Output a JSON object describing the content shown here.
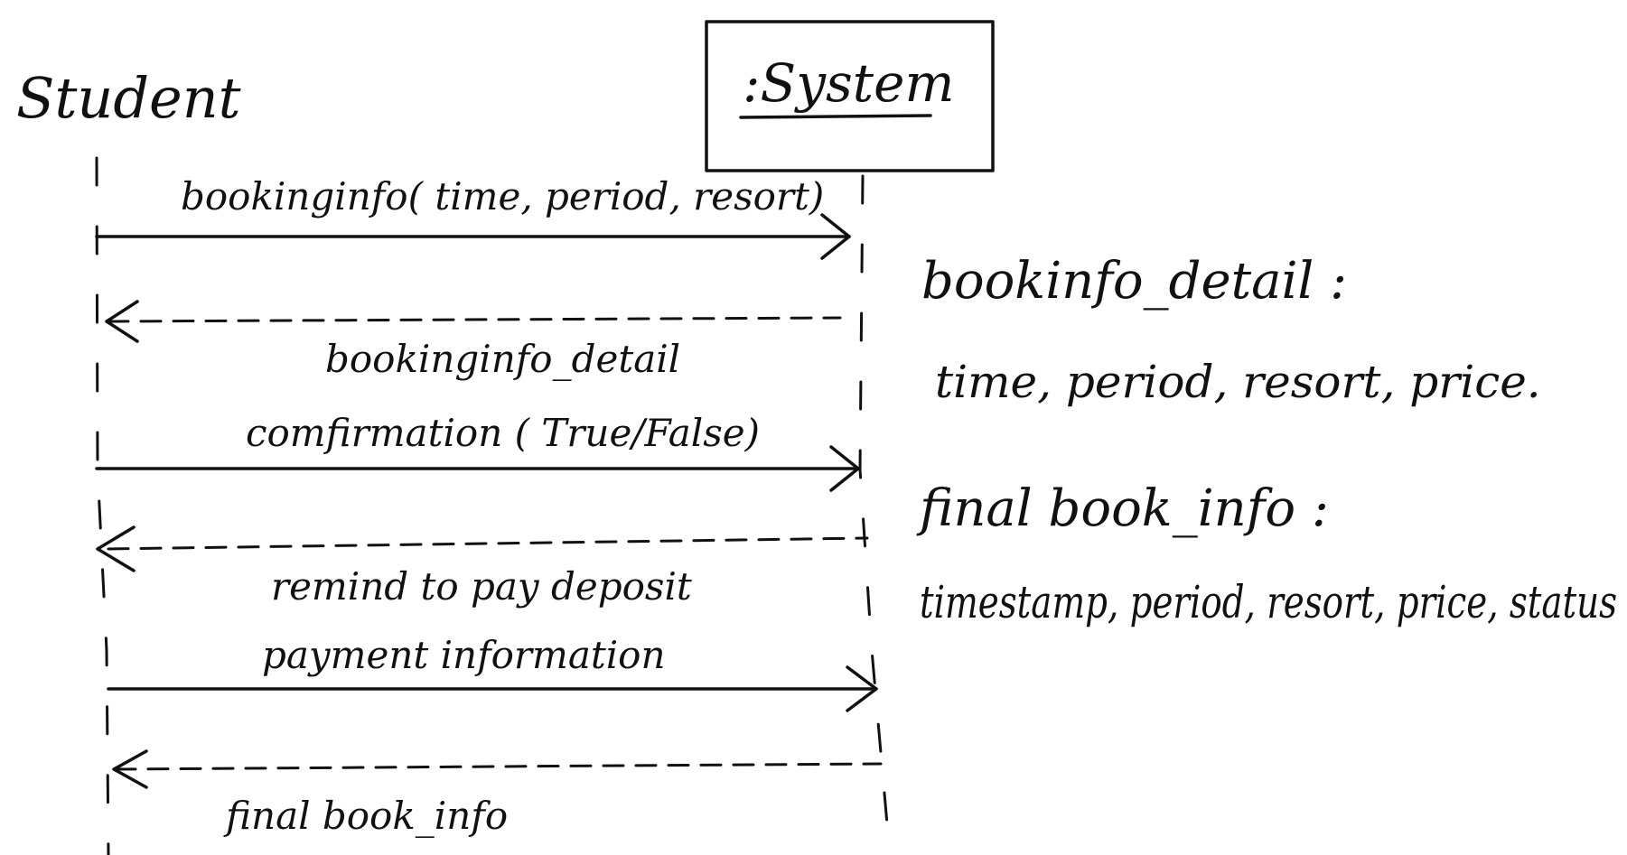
{
  "diagram": {
    "type": "sequence",
    "participants": [
      {
        "id": "student",
        "label": "Student",
        "style": "plain"
      },
      {
        "id": "system",
        "label": ":System",
        "style": "box-underlined"
      }
    ],
    "messages": [
      {
        "from": "student",
        "to": "system",
        "kind": "call",
        "label": "bookinginfo( time, period, resort)"
      },
      {
        "from": "system",
        "to": "student",
        "kind": "return",
        "label": "bookinginfo_detail"
      },
      {
        "from": "student",
        "to": "system",
        "kind": "call",
        "label": "comfirmation ( True/False)"
      },
      {
        "from": "system",
        "to": "student",
        "kind": "return",
        "label": "remind to pay deposit"
      },
      {
        "from": "student",
        "to": "system",
        "kind": "call",
        "label": "payment information"
      },
      {
        "from": "system",
        "to": "student",
        "kind": "return",
        "label": "final book_info"
      }
    ],
    "notes": [
      {
        "title": "bookinfo_detail :",
        "body": "time, period, resort, price."
      },
      {
        "title": "final book_info :",
        "body": "timestamp, period, resort, price, status"
      }
    ],
    "colors": {
      "ink": "#111111",
      "paper": "#ffffff"
    }
  }
}
